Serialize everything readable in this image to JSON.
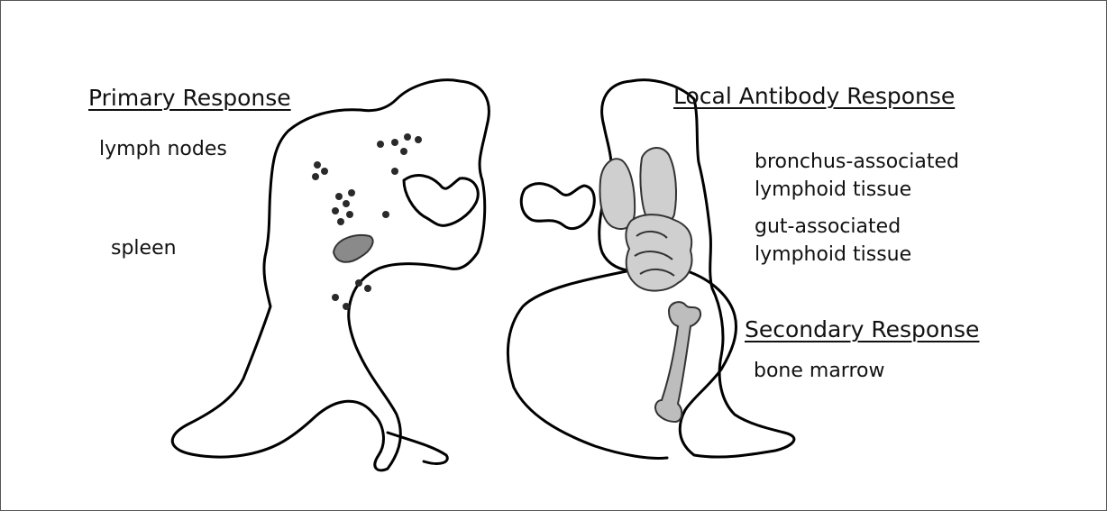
{
  "left_panel": {
    "heading": "Primary Response",
    "labels": {
      "lymph_nodes": "lymph nodes",
      "spleen": "spleen"
    }
  },
  "right_panel": {
    "heading": "Local Antibody Response",
    "balt": {
      "line1": "bronchus-associated",
      "line2": "lymphoid tissue"
    },
    "galt": {
      "line1": "gut-associated",
      "line2": "lymphoid tissue"
    },
    "secondary_heading": "Secondary Response",
    "bone_marrow": "bone marrow"
  },
  "colors": {
    "outline": "#000000",
    "organ_fill": "#cfcfcf",
    "spleen_fill": "#8a8a8a",
    "bone_fill": "#bdbdbd",
    "node_fill": "#2a2a2a"
  },
  "icons": [
    "lymph-node-dots",
    "spleen-shape",
    "lungs-shape",
    "intestines-shape",
    "femur-bone-shape"
  ]
}
